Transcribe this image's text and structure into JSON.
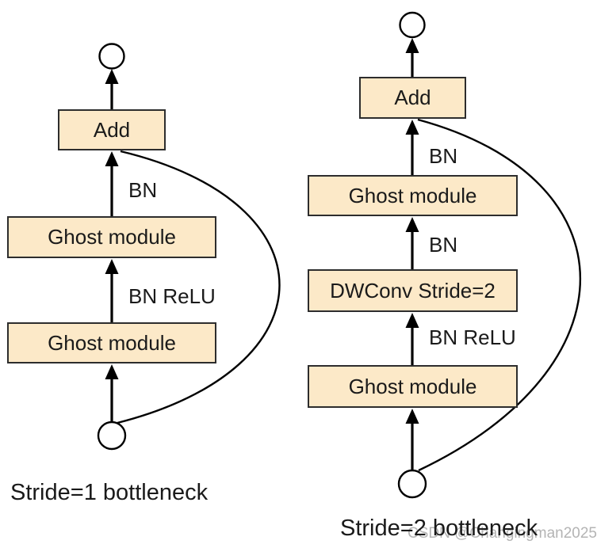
{
  "colors": {
    "background": "#FFFFFF",
    "box_fill": "#FCE9C8",
    "box_border": "#2D2D2D",
    "line": "#000000",
    "text": "#1A1A1A",
    "watermark": "#B4B4B4"
  },
  "left_diagram": {
    "caption": "Stride=1 bottleneck",
    "add_label": "Add",
    "ghost_top_label": "Ghost module",
    "ghost_bottom_label": "Ghost module",
    "edge_label_bn": "BN",
    "edge_label_bn_relu": "BN ReLU"
  },
  "right_diagram": {
    "caption": "Stride=2 bottleneck",
    "add_label": "Add",
    "ghost_top_label": "Ghost module",
    "dwconv_label": "DWConv Stride=2",
    "ghost_bottom_label": "Ghost module",
    "edge_label_bn_top": "BN",
    "edge_label_bn_mid": "BN",
    "edge_label_bn_relu": "BN ReLU"
  },
  "watermark_text": "CSDN @Changingman2025"
}
